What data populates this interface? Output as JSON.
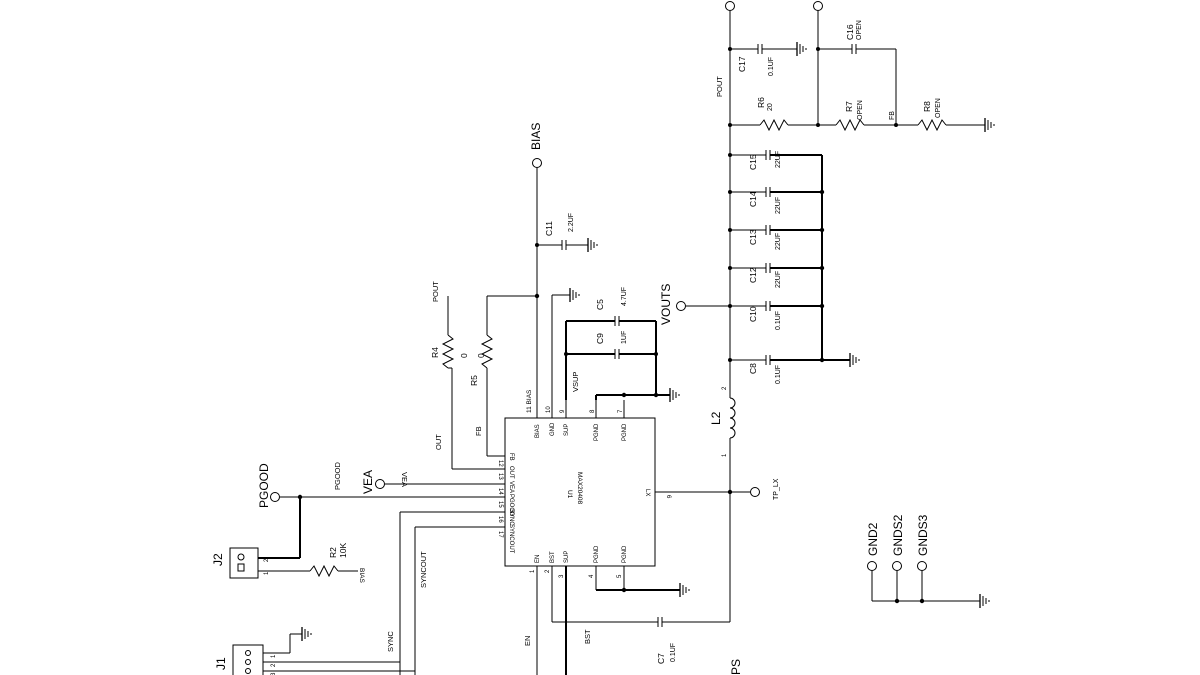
{
  "ic": {
    "ref": "U1",
    "part": "MAX20408",
    "pins_top": [
      {
        "num": "11",
        "name": "BIAS"
      },
      {
        "num": "10",
        "name": "GND"
      },
      {
        "num": "9",
        "name": "SUP"
      },
      {
        "num": "8",
        "name": "PGND"
      },
      {
        "num": "7",
        "name": "PGND"
      }
    ],
    "pins_left": [
      {
        "num": "12",
        "name": "FB"
      },
      {
        "num": "13",
        "name": "OUT"
      },
      {
        "num": "14",
        "name": "VEA"
      },
      {
        "num": "15",
        "name": "PGOOD"
      },
      {
        "num": "16",
        "name": "SYNC"
      },
      {
        "num": "17",
        "name": "SYNCOUT"
      }
    ],
    "pins_bottom": [
      {
        "num": "1",
        "name": "EN"
      },
      {
        "num": "2",
        "name": "BST"
      },
      {
        "num": "3",
        "name": "SUP"
      },
      {
        "num": "4",
        "name": "PGND"
      },
      {
        "num": "5",
        "name": "PGND"
      }
    ],
    "pins_right": [
      {
        "num": "6",
        "name": "LX"
      }
    ]
  },
  "nets": {
    "bias": "BIAS",
    "pout": "POUT",
    "vouts": "VOUTS",
    "pgood": "PGOOD",
    "vea": "VEA",
    "vea_small": "VEA",
    "pgood_small": "PGOOD",
    "syncout": "SYNCOUT",
    "sync": "SYNC",
    "en": "EN",
    "bst": "BST",
    "vsup": "VSUP",
    "out": "OUT",
    "fb": "FB",
    "fb_right": "FB",
    "bias_pin": "11 BIAS",
    "pout_right": "POUT",
    "tp_lx": "TP_LX",
    "ps": "PS",
    "bias_r2": "BIAS"
  },
  "components": {
    "c11": {
      "ref": "C11",
      "value": "2.2UF"
    },
    "c5": {
      "ref": "C5",
      "value": "4.7UF"
    },
    "c9": {
      "ref": "C9",
      "value": "1UF"
    },
    "r4": {
      "ref": "R4",
      "value": "0"
    },
    "r5": {
      "ref": "R5",
      "value": "0"
    },
    "r2": {
      "ref": "R2",
      "value": "10K"
    },
    "l2": {
      "ref": "L2",
      "pin_a": "2",
      "pin_b": "1"
    },
    "c7": {
      "ref": "C7",
      "value": "0.1UF"
    },
    "c17": {
      "ref": "C17",
      "value": "0.1UF"
    },
    "c16": {
      "ref": "C16",
      "value": "OPEN"
    },
    "r6": {
      "ref": "R6",
      "value": "20"
    },
    "r7": {
      "ref": "R7",
      "value": "OPEN"
    },
    "r8": {
      "ref": "R8",
      "value": "OPEN"
    },
    "c15": {
      "ref": "C15",
      "value": "22UF"
    },
    "c14": {
      "ref": "C14",
      "value": "22UF"
    },
    "c13": {
      "ref": "C13",
      "value": "22UF"
    },
    "c12": {
      "ref": "C12",
      "value": "22UF"
    },
    "c10": {
      "ref": "C10",
      "value": "0.1UF"
    },
    "c8": {
      "ref": "C8",
      "value": "0.1UF"
    }
  },
  "connectors": {
    "j2": {
      "ref": "J2",
      "pin1": "1",
      "pin2": "2"
    },
    "j1": {
      "ref": "J1",
      "pin1": "1",
      "pin2": "2",
      "pin3": "3"
    }
  },
  "test_points": {
    "gnd2": "GND2",
    "gnds2": "GNDS2",
    "gnds3": "GNDS3"
  }
}
